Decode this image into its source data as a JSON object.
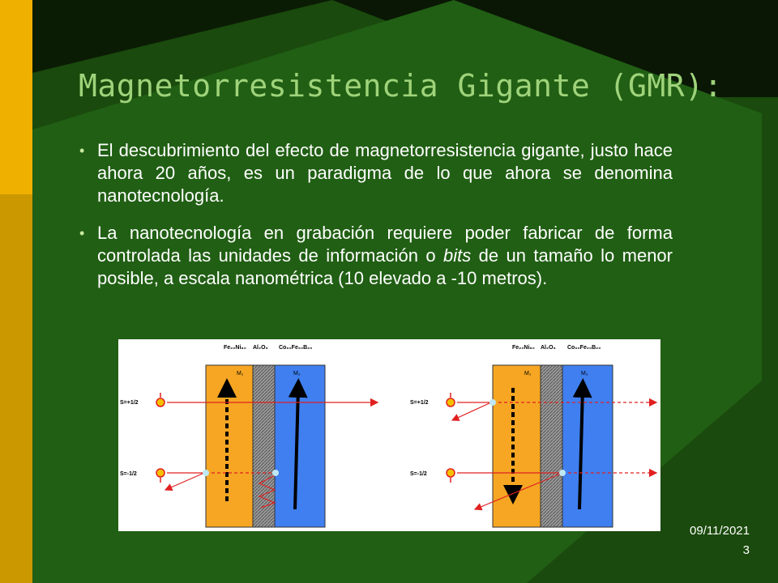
{
  "slide": {
    "title": "Magnetorresistencia Gigante (GMR):",
    "bullets": [
      {
        "before": "El descubrimiento del efecto de magnetorresistencia gigante, justo hace ahora 20 años, es un paradigma de lo que ahora se denomina nanotecnología.",
        "em": "",
        "after": ""
      },
      {
        "before": "La nanotecnología en grabación requiere poder fabricar de forma controlada las unidades de información o ",
        "em": "bits",
        "after": " de un tamaño lo menor posible, a escala nanométrica (10 elevado a -10 metros)."
      }
    ],
    "date": "09/11/2021",
    "page_number": "3"
  },
  "figure": {
    "panels": [
      {
        "headers": {
          "left": "Fe₂₀Ni₈₀",
          "mid": "Al₂O₃",
          "right": "Co₆₀Fe₂₀B₂₀"
        },
        "m1": "M₁",
        "m2": "M₂",
        "spin_up": "S=+1/2",
        "spin_down": "S=-1/2",
        "state": "parallel"
      },
      {
        "headers": {
          "left": "Fe₂₀Ni₈₀",
          "mid": "Al₂O₃",
          "right": "Co₆₀Fe₂₀B₂₀"
        },
        "m1": "M₁",
        "m2": "M₂",
        "spin_up": "S=+1/2",
        "spin_down": "S=-1/2",
        "state": "antiparallel"
      }
    ]
  },
  "colors": {
    "background_green": "#1f5c12",
    "dark_green": "#0b1c05",
    "gold": "#d9a400",
    "title": "#9fd37a",
    "orange_layer": "#f6a623",
    "blue_layer": "#3f7ff0",
    "red_beam": "#e02020"
  }
}
